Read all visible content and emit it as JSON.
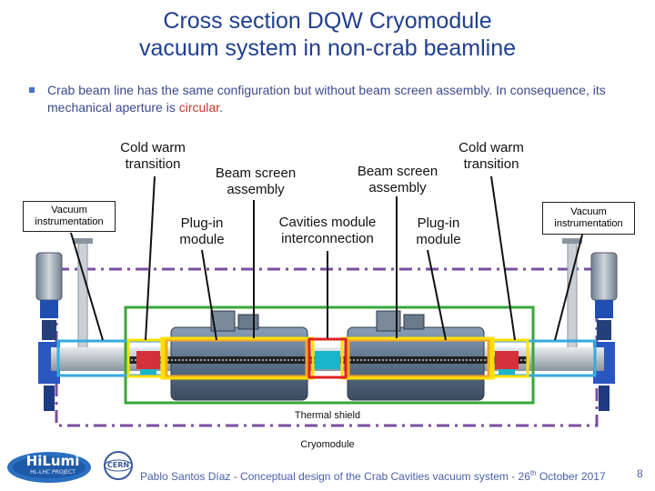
{
  "slide": {
    "title_line1": "Cross section DQW Cryomodule",
    "title_line2": "vacuum system in non-crab beamline",
    "bullet_prefix": "Crab beam line has the same configuration but without beam screen assembly. In consequence, its mechanical aperture is ",
    "bullet_highlight": "circular",
    "bullet_suffix": "."
  },
  "labels": {
    "cold_warm_left_1": "Cold warm",
    "cold_warm_left_2": "transition",
    "beam_screen_left_1": "Beam screen",
    "beam_screen_left_2": "assembly",
    "beam_screen_right_1": "Beam screen",
    "beam_screen_right_2": "assembly",
    "cold_warm_right_1": "Cold warm",
    "cold_warm_right_2": "transition",
    "vacuum_left": "Vacuum instrumentation",
    "vacuum_right": "Vacuum instrumentation",
    "plugin_left_1": "Plug-in",
    "plugin_left_2": "module",
    "cavities_1": "Cavities module",
    "cavities_2": "interconnection",
    "plugin_right_1": "Plug-in",
    "plugin_right_2": "module",
    "thermal_shield": "Thermal shield",
    "cryomodule": "Cryomodule"
  },
  "footer": {
    "text": "Pablo Santos Díaz - Conceptual design of the Crab Cavities vacuum system - 26",
    "superscript": "th",
    "text_end": " October 2017",
    "page_number": "8",
    "logo_hilumi": "HiLumi",
    "logo_hilumi_sub": "HL-LHC PROJECT",
    "logo_cern": "CERN"
  },
  "colors": {
    "title": "#1f3f8f",
    "cryomodule_outline": "#7a4fa0",
    "thermal_shield_outline": "#3aa63a",
    "beamline_outline": "#35a9e0",
    "plugin_outline": "#f5a623",
    "transition_outline": "#ffe000",
    "interconnection_outline": "#e02020"
  }
}
